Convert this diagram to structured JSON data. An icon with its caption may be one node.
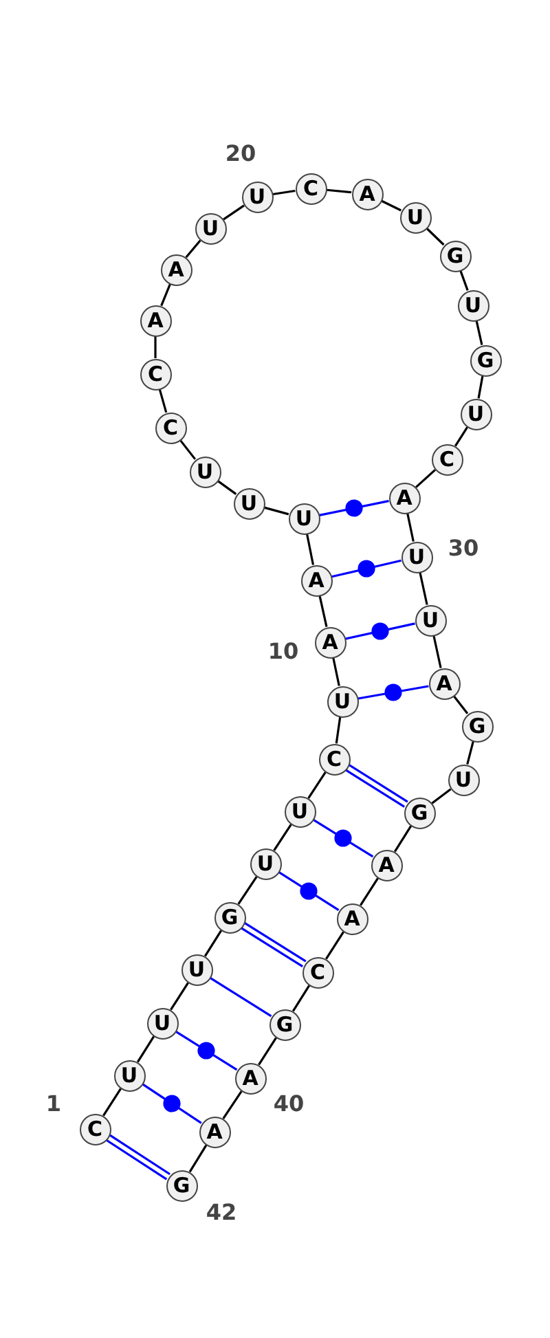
{
  "diagram": {
    "nodes": [
      {
        "text": [
          "C"
        ],
        "beside": [
          "1"
        ]
      },
      {
        "text": [
          "U"
        ]
      },
      {
        "text": [
          "U"
        ]
      },
      {
        "text": [
          "U"
        ]
      },
      {
        "text": [
          "G"
        ]
      },
      {
        "text": [
          "U"
        ]
      },
      {
        "text": [
          "U"
        ]
      },
      {
        "text": [
          "C"
        ]
      },
      {
        "text": [
          "U"
        ]
      },
      {
        "text": [
          "A"
        ],
        "beside": [
          "10"
        ]
      },
      {
        "text": [
          "A"
        ]
      },
      {
        "text": [
          "U"
        ]
      },
      {
        "text": [
          "U"
        ]
      },
      {
        "text": [
          "U"
        ]
      },
      {
        "text": [
          "C"
        ]
      },
      {
        "text": [
          "C"
        ]
      },
      {
        "text": [
          "A"
        ]
      },
      {
        "text": [
          "A"
        ]
      },
      {
        "text": [
          "U"
        ]
      },
      {
        "text": [
          "U"
        ],
        "beside": [
          "20"
        ]
      },
      {
        "text": [
          "C"
        ]
      },
      {
        "text": [
          "A"
        ]
      },
      {
        "text": [
          "U"
        ]
      },
      {
        "text": [
          "G"
        ]
      },
      {
        "text": [
          "U"
        ]
      },
      {
        "text": [
          "G"
        ]
      },
      {
        "text": [
          "U"
        ]
      },
      {
        "text": [
          "C"
        ]
      },
      {
        "text": [
          "A"
        ]
      },
      {
        "text": [
          "U"
        ],
        "beside": [
          "30"
        ]
      },
      {
        "text": [
          "U"
        ]
      },
      {
        "text": [
          "A"
        ]
      },
      {
        "text": [
          "G"
        ]
      },
      {
        "text": [
          "U"
        ]
      },
      {
        "text": [
          "G"
        ]
      },
      {
        "text": [
          "A"
        ]
      },
      {
        "text": [
          "A"
        ]
      },
      {
        "text": [
          "C"
        ]
      },
      {
        "text": [
          "G"
        ]
      },
      {
        "text": [
          "A"
        ],
        "beside": [
          "40"
        ]
      },
      {
        "text": [
          "A"
        ]
      },
      {
        "text": [
          "G"
        ],
        "beside": [
          "42"
        ]
      }
    ],
    "edges": [
      {
        "from": 0,
        "to": 1,
        "arrow": "none"
      },
      {
        "from": 1,
        "to": 2,
        "arrow": "none"
      },
      {
        "from": 2,
        "to": 3,
        "arrow": "none"
      },
      {
        "from": 3,
        "to": 4,
        "arrow": "none"
      },
      {
        "from": 4,
        "to": 5,
        "arrow": "none"
      },
      {
        "from": 5,
        "to": 6,
        "arrow": "none"
      },
      {
        "from": 6,
        "to": 7,
        "arrow": "none"
      },
      {
        "from": 7,
        "to": 8,
        "arrow": "none"
      },
      {
        "from": 8,
        "to": 9,
        "arrow": "none"
      },
      {
        "from": 9,
        "to": 10,
        "arrow": "none"
      },
      {
        "from": 10,
        "to": 11,
        "arrow": "none"
      },
      {
        "from": 11,
        "to": 12,
        "arrow": "none"
      },
      {
        "from": 12,
        "to": 13,
        "arrow": "none"
      },
      {
        "from": 13,
        "to": 14,
        "arrow": "none"
      },
      {
        "from": 14,
        "to": 15,
        "arrow": "none"
      },
      {
        "from": 15,
        "to": 16,
        "arrow": "none"
      },
      {
        "from": 16,
        "to": 17,
        "arrow": "none"
      },
      {
        "from": 17,
        "to": 18,
        "arrow": "none"
      },
      {
        "from": 18,
        "to": 19,
        "arrow": "none"
      },
      {
        "from": 19,
        "to": 20,
        "arrow": "none"
      },
      {
        "from": 20,
        "to": 21,
        "arrow": "none"
      },
      {
        "from": 21,
        "to": 22,
        "arrow": "none"
      },
      {
        "from": 22,
        "to": 23,
        "arrow": "none"
      },
      {
        "from": 23,
        "to": 24,
        "arrow": "none"
      },
      {
        "from": 24,
        "to": 25,
        "arrow": "none"
      },
      {
        "from": 25,
        "to": 26,
        "arrow": "none"
      },
      {
        "from": 26,
        "to": 27,
        "arrow": "none"
      },
      {
        "from": 27,
        "to": 28,
        "arrow": "none"
      },
      {
        "from": 28,
        "to": 29,
        "arrow": "none"
      },
      {
        "from": 29,
        "to": 30,
        "arrow": "none"
      },
      {
        "from": 30,
        "to": 31,
        "arrow": "none"
      },
      {
        "from": 31,
        "to": 32,
        "arrow": "none"
      },
      {
        "from": 32,
        "to": 33,
        "arrow": "none"
      },
      {
        "from": 33,
        "to": 34,
        "arrow": "none"
      },
      {
        "from": 34,
        "to": 35,
        "arrow": "none"
      },
      {
        "from": 35,
        "to": 36,
        "arrow": "none"
      },
      {
        "from": 36,
        "to": 37,
        "arrow": "none"
      },
      {
        "from": 37,
        "to": 38,
        "arrow": "none"
      },
      {
        "from": 38,
        "to": 39,
        "arrow": "none"
      },
      {
        "from": 39,
        "to": 40,
        "arrow": "none"
      },
      {
        "from": 40,
        "to": 41,
        "arrow": "none"
      },
      {
        "from": 0,
        "to": 41,
        "arrow": "none",
        "color": "#0000ff"
      },
      {
        "from": 1,
        "to": 40,
        "arrow": "none",
        "color": "#0000ff"
      },
      {
        "from": 2,
        "to": 39,
        "arrow": "none",
        "color": "#0000ff"
      },
      {
        "from": 3,
        "to": 38,
        "arrow": "none",
        "color": "#0000ff"
      },
      {
        "from": 4,
        "to": 37,
        "arrow": "none",
        "color": "#0000ff"
      },
      {
        "from": 5,
        "to": 36,
        "arrow": "none",
        "color": "#0000ff"
      },
      {
        "from": 6,
        "to": 35,
        "arrow": "none",
        "color": "#0000ff"
      },
      {
        "from": 7,
        "to": 34,
        "arrow": "none",
        "color": "#0000ff"
      },
      {
        "from": 8,
        "to": 31,
        "arrow": "none",
        "color": "#0000ff"
      },
      {
        "from": 9,
        "to": 30,
        "arrow": "none",
        "color": "#0000ff"
      },
      {
        "from": 10,
        "to": 29,
        "arrow": "none",
        "color": "#0000ff"
      },
      {
        "from": 11,
        "to": 28,
        "arrow": "none",
        "color": "#0000ff"
      }
    ]
  }
}
